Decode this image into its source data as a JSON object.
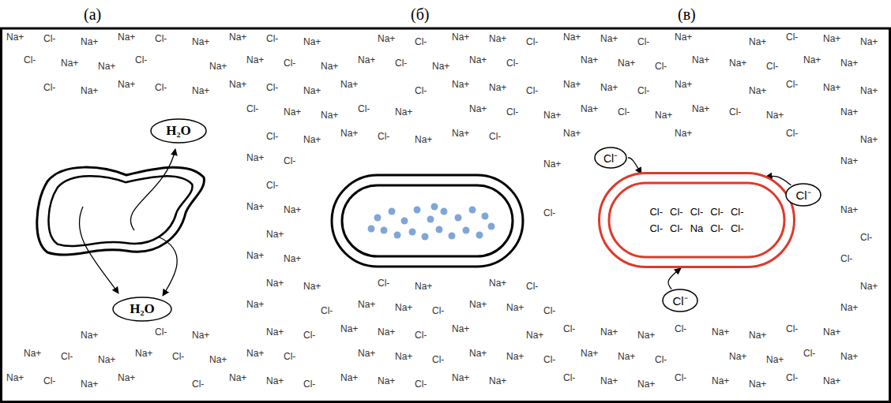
{
  "diagram": {
    "nodes": [
      {
        "text": [
          "H₂O"
        ]
      },
      {
        "text": [
          "H₂O"
        ]
      },
      {
        "text": [
          "Cl-",
          "Cl-",
          "Cl-",
          "Cl-",
          "Cl-",
          "Cl-",
          "Cl-",
          "Na",
          "Cl-",
          "Cl-"
        ]
      },
      {
        "text": [
          "Cl⁻"
        ]
      },
      {
        "text": [
          "Cl⁻"
        ]
      },
      {
        "text": [
          "Cl⁻"
        ]
      }
    ],
    "edges": [
      {
        "from": 3,
        "to": 2,
        "arrow": "to"
      },
      {
        "from": 4,
        "to": 2,
        "arrow": "to"
      },
      {
        "from": 5,
        "to": 2,
        "arrow": "to"
      }
    ],
    "labels": [
      "(а)",
      "(б)",
      "(в)",
      "Na+",
      "Cl-",
      "Na+",
      "Na+",
      "Cl-",
      "Na+",
      "Na+",
      "Cl-",
      "Na+",
      "Na+",
      "Cl-",
      "Na+",
      "Na+",
      "Cl-",
      "Na+",
      "Na+",
      "Cl-",
      "Na+",
      "Na+",
      "Cl-",
      "Na+",
      "Na+",
      "Cl-",
      "Na+",
      "Na+",
      "Cl-",
      "Na+",
      "Na+",
      "Cl-",
      "Na+",
      "Na+",
      "Cl-",
      "Na+",
      "Na+",
      "Cl-",
      "Na+",
      "Na+",
      "Cl-",
      "Na+",
      "Na+",
      "Cl-",
      "Na+",
      "Na+",
      "Cl-",
      "Na+",
      "Na+",
      "Cl-",
      "Na+",
      "Na+",
      "Cl-",
      "Na+",
      "Na+",
      "Cl-",
      "Na+",
      "Na+",
      "Cl-",
      "Na+",
      "Na+",
      "Cl-",
      "Na+",
      "Na+",
      "Cl-",
      "Na+",
      "Na+",
      "Cl-",
      "Na+",
      "Na+",
      "Cl-",
      "Na+",
      "Na+",
      "Cl-",
      "Na+",
      "Na+",
      "Cl-",
      "Na+",
      "Na+",
      "Cl-",
      "Na+",
      "Na+",
      "Cl-",
      "Na+",
      "Na+",
      "Cl-",
      "Na+",
      "Na+",
      "Cl-",
      "Na+",
      "Na+",
      "Cl-",
      "Na+",
      "Na+",
      "Cl-",
      "Na+",
      "Na+",
      "Cl-",
      "Na+",
      "Na+",
      "Cl-",
      "Na+",
      "Na+",
      "Cl-",
      "Na+",
      "Na+",
      "Cl-",
      "Na+",
      "Na+",
      "Cl-",
      "Na+",
      "Na+",
      "Cl-",
      "Na+",
      "Na+",
      "Cl-",
      "Na+",
      "Na+",
      "Cl-",
      "Na+",
      "Na+",
      "Cl-",
      "Na+",
      "Na+",
      "Cl-",
      "Na+",
      "Na+",
      "Cl-",
      "Na+",
      "Na+",
      "Cl-",
      "Na+",
      "Na+",
      "Cl-",
      "Na+",
      "Na+",
      "Cl-",
      "Na+",
      "Na+",
      "Cl-",
      "Na+",
      "Na+",
      "Cl-",
      "Na+",
      "Na+",
      "Cl-",
      "Na+",
      "Na+",
      "Cl-",
      "Na+",
      "Na+",
      "Cl-",
      "Na+",
      "Na+",
      "Cl-",
      "Na+",
      "Na+",
      "Cl-",
      "Na+",
      "Na+",
      "Cl-",
      "Na+",
      "Na+",
      "Cl-",
      "Na+",
      "Na+",
      "Cl-",
      "Na+",
      "Na+",
      "Cl-",
      "Na+",
      "Na+",
      "Cl-",
      "Na+",
      "Na+",
      "Cl-",
      "Na+",
      "Na+",
      "Cl-",
      "Na+",
      "Na+",
      "Cl-",
      "Na+"
    ]
  }
}
